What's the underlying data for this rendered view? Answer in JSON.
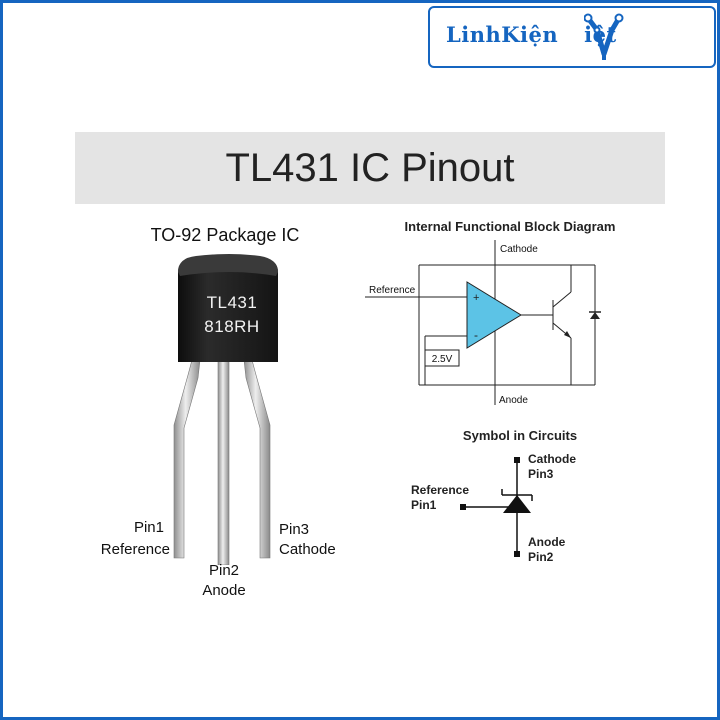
{
  "logo": {
    "part1": "LinhKiện",
    "part2": "iệt"
  },
  "title": "TL431 IC Pinout",
  "package": {
    "heading": "TO-92 Package IC",
    "marking_line1": "TL431",
    "marking_line2": "818RH",
    "pin1_num": "Pin1",
    "pin1_name": "Reference",
    "pin2_num": "Pin2",
    "pin2_name": "Anode",
    "pin3_num": "Pin3",
    "pin3_name": "Cathode"
  },
  "block_diagram": {
    "heading": "Internal Functional Block Diagram",
    "cathode": "Cathode",
    "reference": "Reference",
    "vref": "2.5V",
    "anode": "Anode",
    "plus": "+",
    "minus": "-"
  },
  "symbol": {
    "heading": "Symbol in Circuits",
    "cathode": "Cathode",
    "cathode_pin": "Pin3",
    "reference": "Reference",
    "reference_pin": "Pin1",
    "anode": "Anode",
    "anode_pin": "Pin2"
  },
  "colors": {
    "frame": "#1565c0",
    "title_band": "#e4e4e4",
    "chip_body": "#1c1c1c",
    "amp_fill": "#5cc3e6"
  }
}
